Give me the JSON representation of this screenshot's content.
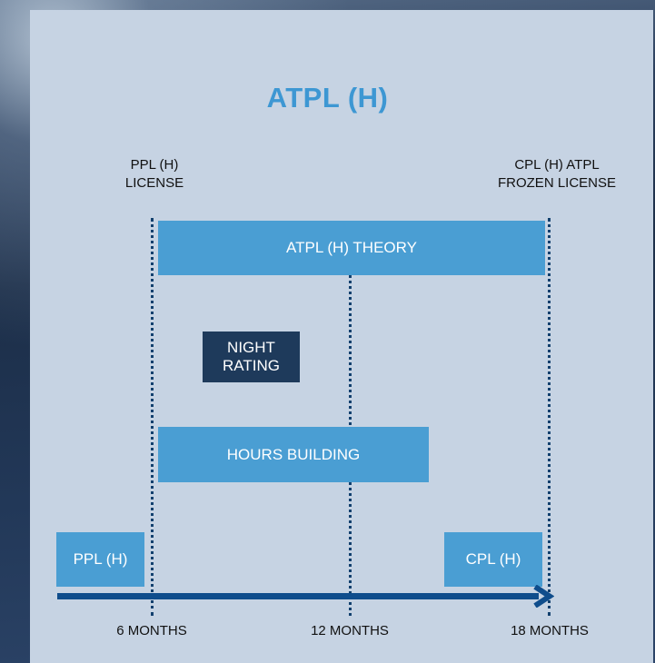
{
  "title": "ATPL (H)",
  "top_labels": {
    "left": [
      "PPL (H)",
      "LICENSE"
    ],
    "right": [
      "CPL (H) ATPL",
      "FROZEN LICENSE"
    ]
  },
  "boxes": {
    "atpl_theory": "ATPL (H) THEORY",
    "night_rating": [
      "NIGHT",
      "RATING"
    ],
    "hours_building": "HOURS BUILDING",
    "ppl": "PPL (H)",
    "cpl": "CPL (H)"
  },
  "timeline": {
    "ticks": [
      "6 MONTHS",
      "12 MONTHS",
      "18 MONTHS"
    ]
  },
  "colors": {
    "title": "#3d97d3",
    "box_light": "#4a9ed3",
    "box_dark": "#1e3a5b",
    "axis": "#0f4d8c",
    "panel": "#c6d3e3"
  }
}
